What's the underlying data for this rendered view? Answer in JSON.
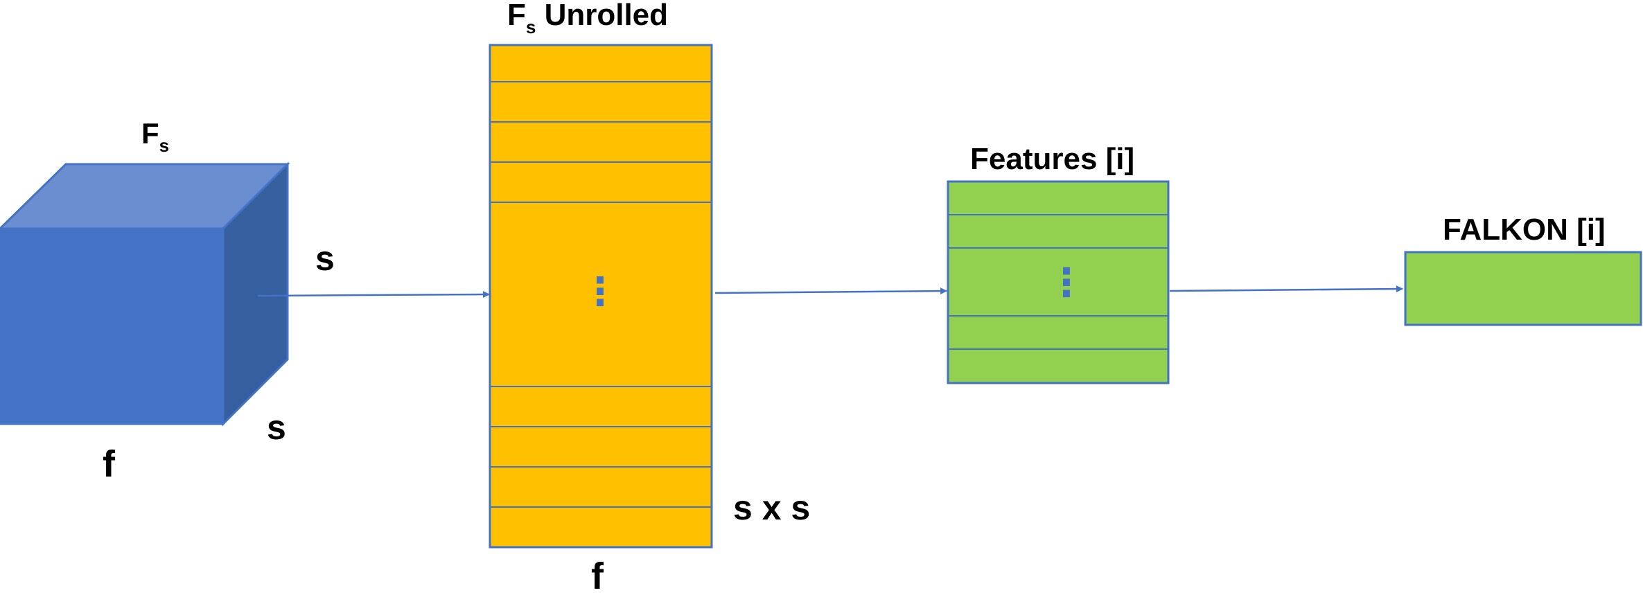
{
  "colors": {
    "cube_front": "#4472c4",
    "cube_top": "#6b8ed0",
    "cube_side": "#365f9f",
    "unrolled_fill": "#ffc000",
    "features_fill": "#92d050",
    "outline": "#4472c4",
    "arrow": "#4472c4",
    "dots": "#4472c4"
  },
  "cube": {
    "title_main": "F",
    "title_sub": "s",
    "side_label": "s",
    "depth_label": "s",
    "bottom_label": "f"
  },
  "unrolled": {
    "title_main": "F",
    "title_sub": "s",
    "title_rest": " Unrolled",
    "right_label": "s x s",
    "bottom_label": "f",
    "ellipsis": "⋮"
  },
  "features": {
    "title": "Features [i]",
    "ellipsis": "⋮"
  },
  "falkon": {
    "title": "FALKON [i]"
  }
}
